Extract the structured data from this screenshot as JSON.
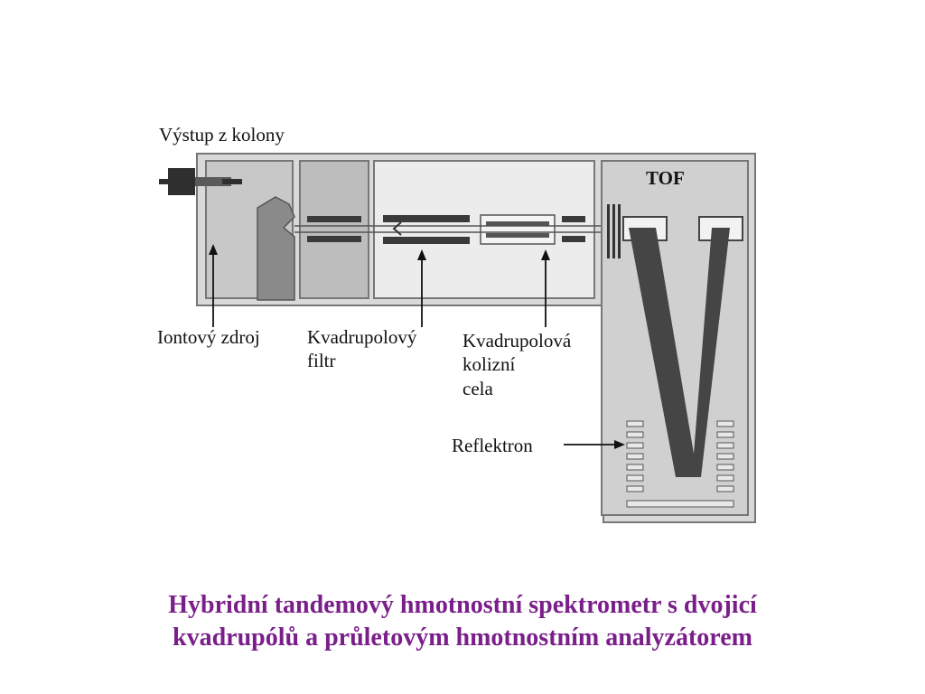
{
  "labels": {
    "column_outlet": "Výstup z kolony",
    "tof": "TOF",
    "ion_source": "Iontový zdroj",
    "quad_filter_line1": "Kvadrupolový",
    "quad_filter_line2": "filtr",
    "collision_cell_line1": "Kvadrupolová",
    "collision_cell_line2": "kolizní",
    "collision_cell_line3": "cela",
    "reflectron": "Reflektron"
  },
  "caption": {
    "line1": "Hybridní tandemový hmotnostní spektrometr s dvojicí",
    "line2": "kvadrupólů a průletovým hmotnostním analyzátorem"
  },
  "colors": {
    "caption": "#7a1f8a",
    "housing": "#d9d9d9",
    "ion_source": "#c6c6c6",
    "cell_region": "#ececec",
    "rods": "#3a3a3a",
    "flight_path": "#454545"
  }
}
